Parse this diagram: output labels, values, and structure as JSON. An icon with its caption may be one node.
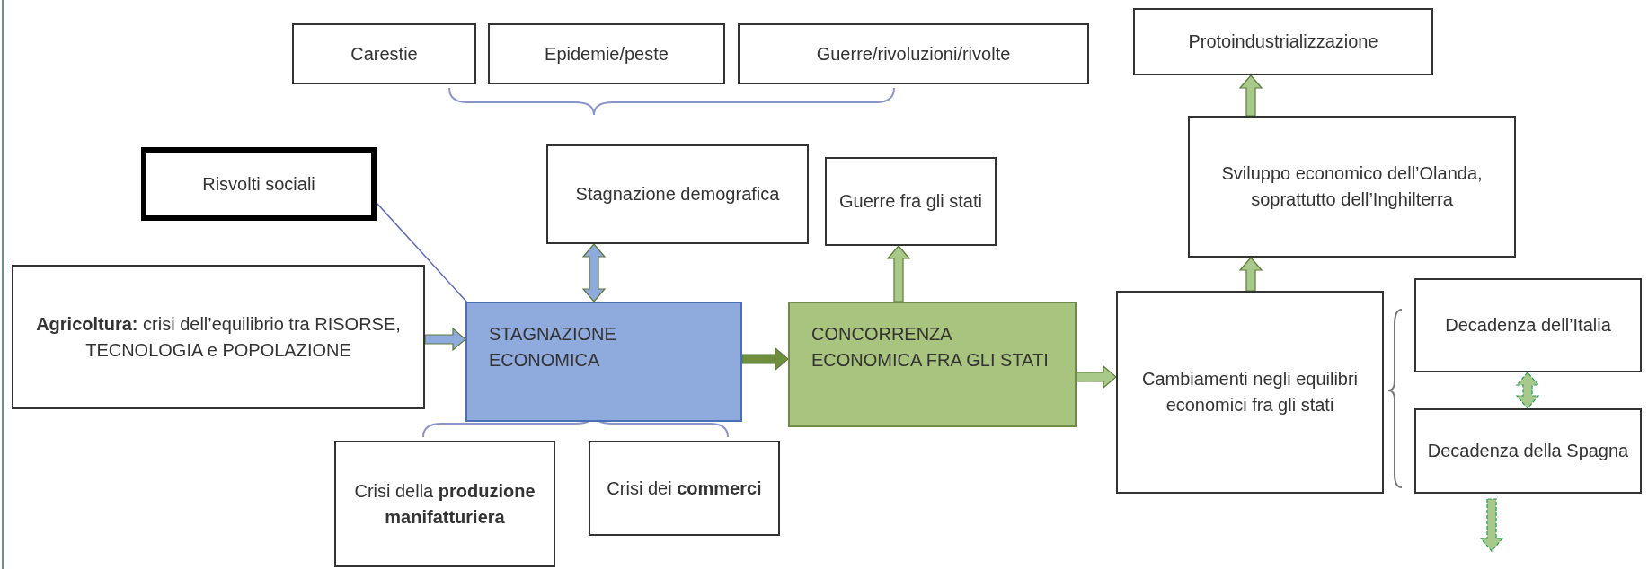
{
  "diagram": {
    "nodes": [
      {
        "text": [
          "Carestie"
        ]
      },
      {
        "text": [
          "Epidemie/peste"
        ]
      },
      {
        "text": [
          "Guerre/rivoluzioni/rivolte"
        ]
      },
      {
        "text": [
          "Protoindustrializzazione"
        ]
      },
      {
        "text": [
          "Risvolti sociali"
        ]
      },
      {
        "text": [
          "Stagnazione demografica"
        ]
      },
      {
        "text": [
          "Guerre fra gli stati"
        ]
      },
      {
        "text": [
          "Sviluppo economico dell’Olanda, soprattutto dell’Inghilterra"
        ]
      },
      {
        "text": [
          "**Agricoltura:** crisi dell’equilibrio tra RISORSE, TECNOLOGIA e POPOLAZIONE"
        ]
      },
      {
        "text": [
          "STAGNAZIONE ECONOMICA"
        ]
      },
      {
        "text": [
          "CONCORRENZA ECONOMICA FRA GLI STATI"
        ]
      },
      {
        "text": [
          "Cambiamenti negli equilibri economici fra gli stati"
        ]
      },
      {
        "text": [
          "Decadenza dell’Italia"
        ]
      },
      {
        "text": [
          "Decadenza della Spagna"
        ]
      },
      {
        "text": [
          "Crisi della **produzione manifatturiera**"
        ]
      },
      {
        "text": [
          "Crisi dei **commerci**"
        ]
      }
    ],
    "edges": [
      {
        "from": 4,
        "to": 9,
        "arrow": "none",
        "color": "#5a66b8"
      },
      {
        "from": 5,
        "to": 9,
        "arrow": "both",
        "style": "thick",
        "color": "#8faadc"
      },
      {
        "from": 8,
        "to": 9,
        "arrow": "to",
        "style": "thick",
        "color": "#8faadc"
      },
      {
        "from": 9,
        "to": 10,
        "arrow": "to",
        "style": "thick",
        "color": "#6f8f3f"
      },
      {
        "from": 10,
        "to": 6,
        "arrow": "to",
        "style": "thick"
      },
      {
        "from": 10,
        "to": 11,
        "arrow": "to",
        "style": "thick"
      },
      {
        "from": 11,
        "to": 7,
        "arrow": "to",
        "style": "thick"
      },
      {
        "from": 7,
        "to": 3,
        "arrow": "to",
        "style": "thick"
      },
      {
        "from": 12,
        "to": 13,
        "arrow": "both",
        "style": "dashed"
      },
      {
        "from": 13,
        "to": null,
        "arrow": "to",
        "style": "dashed"
      }
    ]
  }
}
